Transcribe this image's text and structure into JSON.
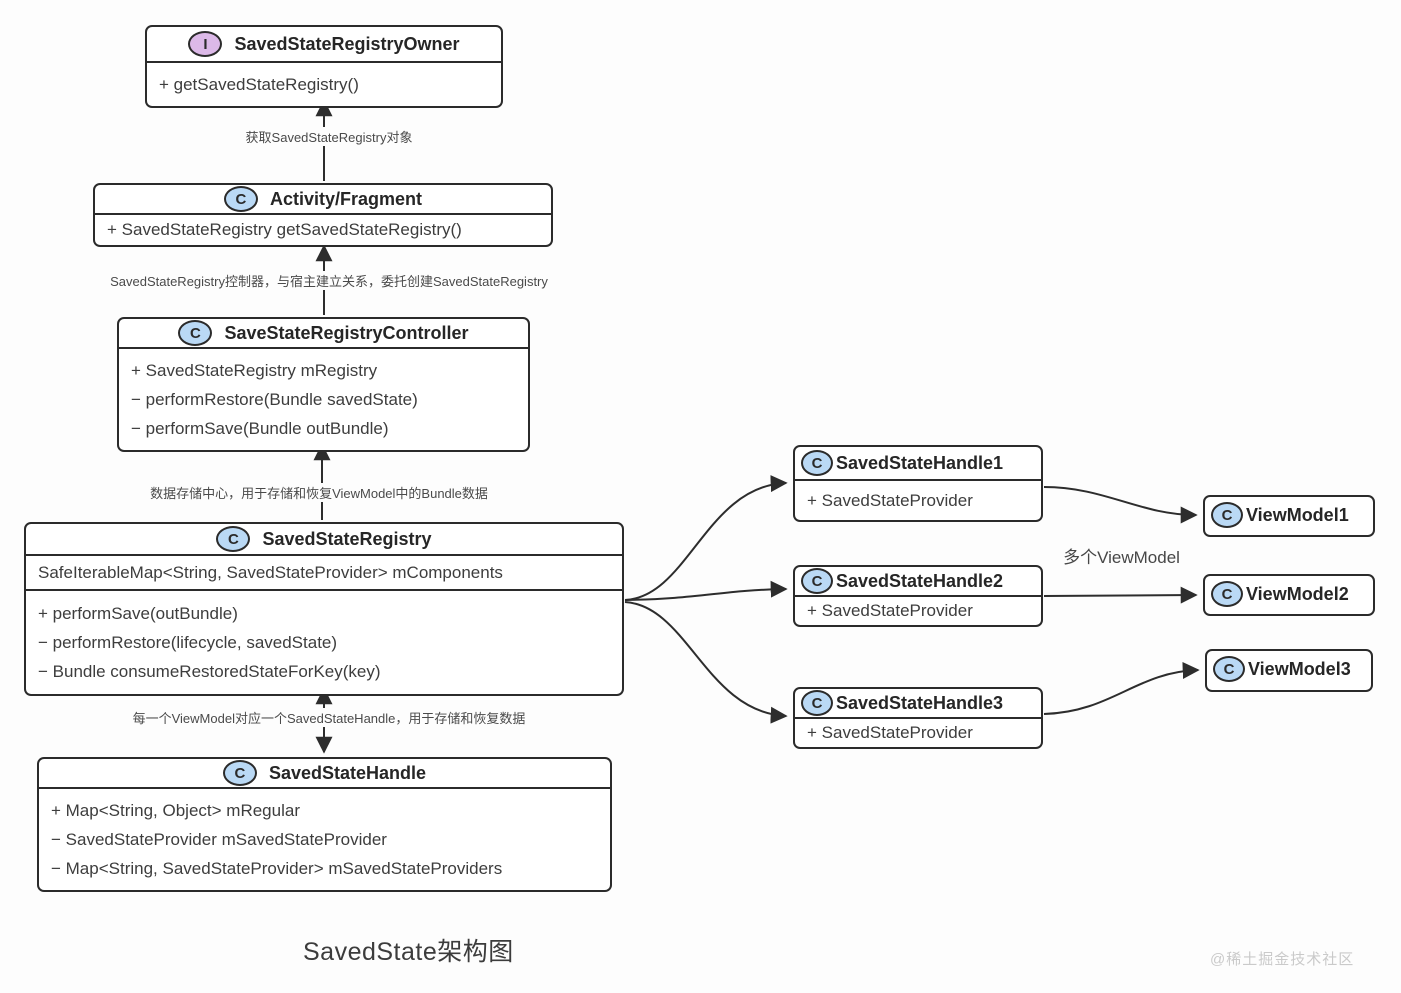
{
  "diagram": {
    "title": "SavedState架构图",
    "watermark": "@稀土掘金技术社区",
    "colors": {
      "interface_badge": "#dcb9e8",
      "class_badge": "#bad9f5",
      "line": "#2d2d2d",
      "box_border": "#2b2b2b"
    },
    "classes": [
      {
        "stereotype": "I",
        "name": "SavedStateRegistryOwner",
        "methods": [
          "+ getSavedStateRegistry()"
        ]
      },
      {
        "stereotype": "C",
        "name": "Activity/Fragment",
        "methods": [
          "+ SavedStateRegistry getSavedStateRegistry()"
        ]
      },
      {
        "stereotype": "C",
        "name": "SaveStateRegistryController",
        "methods": [
          "+ SavedStateRegistry mRegistry",
          "− performRestore(Bundle savedState)",
          "− performSave(Bundle outBundle)"
        ]
      },
      {
        "stereotype": "C",
        "name": "SavedStateRegistry",
        "fields": [
          "SafeIterableMap<String, SavedStateProvider> mComponents"
        ],
        "methods": [
          "+ performSave(outBundle)",
          "− performRestore(lifecycle, savedState)",
          "− Bundle consumeRestoredStateForKey(key)"
        ]
      },
      {
        "stereotype": "C",
        "name": "SavedStateHandle",
        "methods": [
          "+ Map<String, Object> mRegular",
          "− SavedStateProvider mSavedStateProvider",
          "− Map<String, SavedStateProvider> mSavedStateProviders"
        ]
      },
      {
        "stereotype": "C",
        "name": "SavedStateHandle1",
        "methods": [
          "+ SavedStateProvider"
        ]
      },
      {
        "stereotype": "C",
        "name": "SavedStateHandle2",
        "methods": [
          "+ SavedStateProvider"
        ]
      },
      {
        "stereotype": "C",
        "name": "SavedStateHandle3",
        "methods": [
          "+ SavedStateProvider"
        ]
      },
      {
        "stereotype": "C",
        "name": "ViewModel1"
      },
      {
        "stereotype": "C",
        "name": "ViewModel2"
      },
      {
        "stereotype": "C",
        "name": "ViewModel3"
      }
    ],
    "annotations": [
      {
        "text": "获取SavedStateRegistry对象"
      },
      {
        "text": "SavedStateRegistry控制器，与宿主建立关系，委托创建SavedStateRegistry"
      },
      {
        "text": "数据存储中心，用于存储和恢复ViewModel中的Bundle数据"
      },
      {
        "text": "每一个ViewModel对应一个SavedStateHandle，用于存储和恢复数据"
      },
      {
        "text": "多个ViewModel"
      }
    ]
  }
}
